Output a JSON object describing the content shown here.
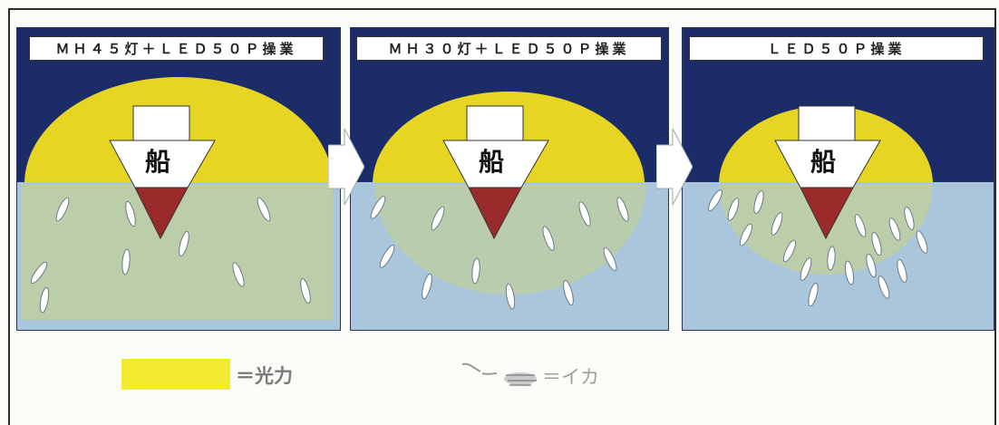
{
  "panels": [
    {
      "label": "ＭＨ４５灯＋ＬＥＤ５０Ｐ操業",
      "boat": "船"
    },
    {
      "label": "ＭＨ３０灯＋ＬＥＤ５０Ｐ操業",
      "boat": "船"
    },
    {
      "label": "ＬＥＤ５０Ｐ操業",
      "boat": "船"
    }
  ],
  "legend": {
    "light_text": "＝光力",
    "squid_text": "＝イカ"
  },
  "colors": {
    "night_sky": "#1b2c68",
    "light_glow": "#e6d522",
    "water": "#a9c6dc",
    "boat_hull": "#9b2a2a"
  }
}
